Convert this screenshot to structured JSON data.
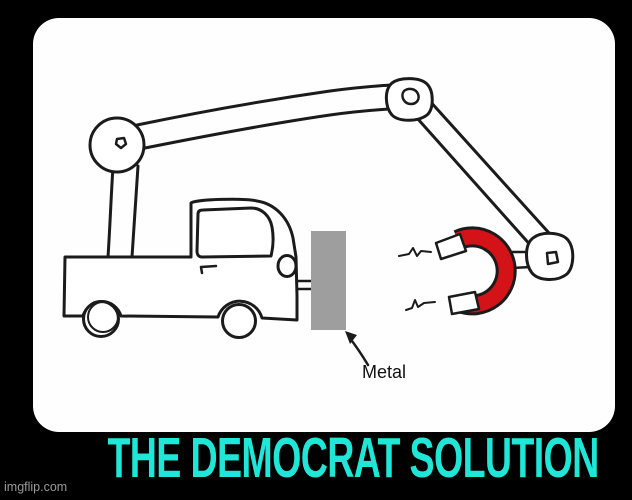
{
  "meme": {
    "caption": "THE DEMOCRAT SOLUTION",
    "metal_label": "Metal",
    "scene": "hand-drawn crane truck pulling itself with a red horseshoe magnet aimed at a gray metal block mounted on the truck"
  },
  "watermark": "imgflip.com",
  "colors": {
    "background": "#000000",
    "panel": "#fefefe",
    "line": "#1b1b1b",
    "caption": "#1fe6d6",
    "magnet_red": "#d41318",
    "metal_gray": "#9e9e9e",
    "watermark": "#9a9a9a"
  }
}
